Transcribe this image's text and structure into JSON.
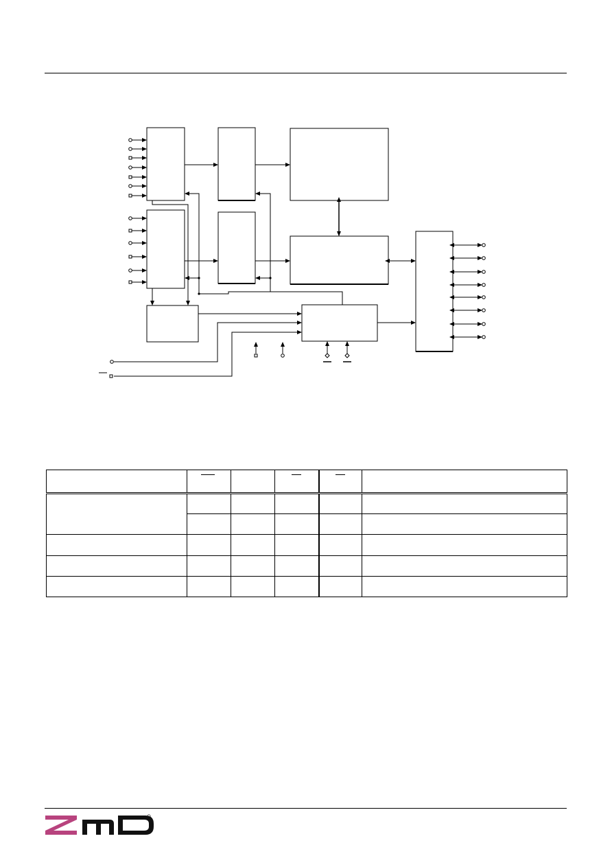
{
  "header": {},
  "diagram": {
    "left_input_pins_upper": 7,
    "left_input_pins_lower": 6,
    "right_io_pins": 8,
    "bottom_pins": 4,
    "side_input_lines": 2
  },
  "table": {
    "columns": 6,
    "data_rows": 5,
    "overbar_columns": [
      1,
      3,
      4
    ]
  },
  "footer": {
    "logo": "zmd-logo",
    "colors": {
      "logo_pink": "#b8437e",
      "logo_black": "#111111"
    }
  }
}
